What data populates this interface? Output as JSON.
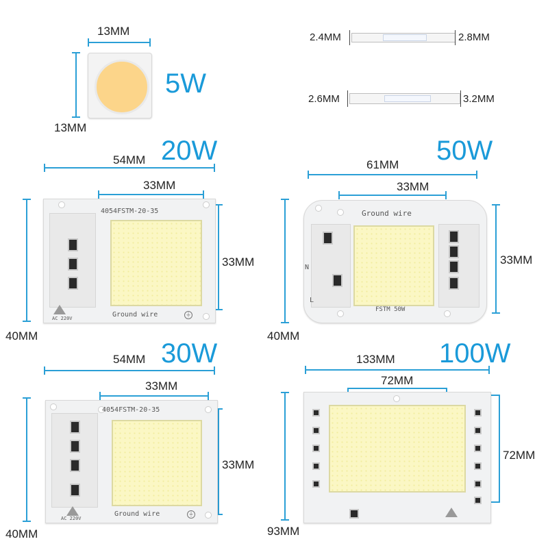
{
  "products": {
    "w5": {
      "wattage": "5W",
      "width_label": "13MM",
      "height_label": "13MM"
    },
    "strips": {
      "strip1_left_label": "2.4MM",
      "strip1_right_label": "2.8MM",
      "strip2_left_label": "2.6MM",
      "strip2_right_label": "3.2MM"
    },
    "w20": {
      "wattage": "20W",
      "board_width_label": "54MM",
      "led_width_label": "33MM",
      "led_height_label": "33MM",
      "board_height_label": "40MM",
      "model_print": "4054FSTM-20-35",
      "ground_print": "Ground wire",
      "voltage_print": "AC 220V"
    },
    "w50": {
      "wattage": "50W",
      "board_width_label": "61MM",
      "led_width_label": "33MM",
      "led_height_label": "33MM",
      "board_height_label": "40MM",
      "ground_print": "Ground wire",
      "model_print": "FSTM 50W",
      "n_print": "N",
      "l_print": "L"
    },
    "w30": {
      "wattage": "30W",
      "board_width_label": "54MM",
      "led_width_label": "33MM",
      "led_height_label": "33MM",
      "board_height_label": "40MM",
      "model_print": "4054FSTM-20-35",
      "ground_print": "Ground wire",
      "voltage_print": "AC 220V"
    },
    "w100": {
      "wattage": "100W",
      "board_width_label": "133MM",
      "led_width_label": "72MM",
      "led_height_label": "72MM",
      "board_height_label": "93MM"
    }
  },
  "colors": {
    "accent": "#1a9ad9",
    "dimension_line": "#2a9fd6",
    "led_yellow": "#fbf7c4",
    "warm_led": "#fcd58a"
  }
}
